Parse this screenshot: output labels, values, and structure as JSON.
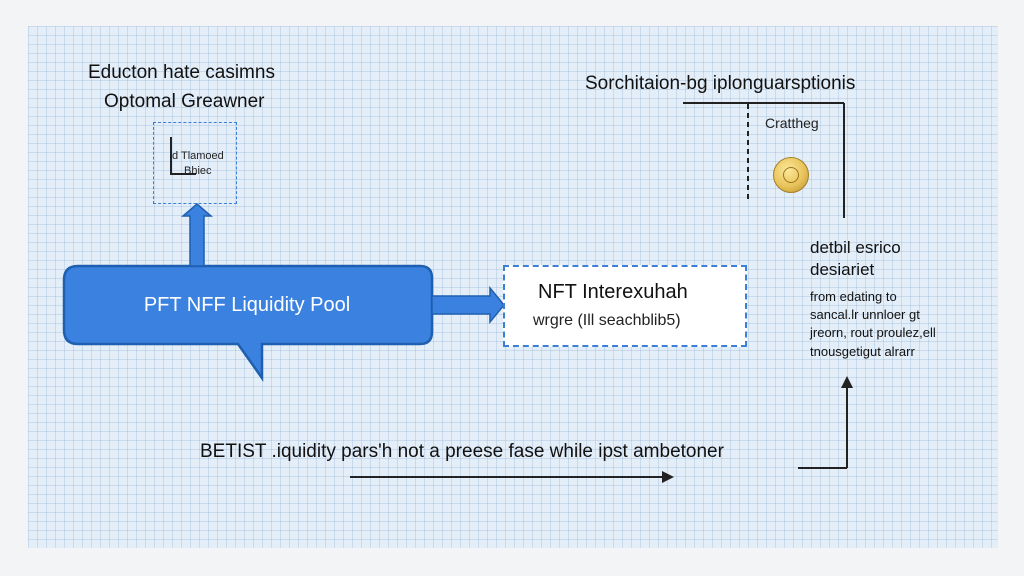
{
  "left_panel": {
    "title_line1": "Educton hate casimns",
    "title_line2": "Optomal Greawner",
    "box_line1": "d Tlamoed",
    "box_line2": "Bhiec"
  },
  "pool": {
    "label": "PFT NFF Liquidity Pool"
  },
  "nft_box": {
    "title": "NFT Interexuhah",
    "subtitle": "wrgre (Ill seachblib5)"
  },
  "right_panel": {
    "title": "Sorchitaion-bg iplonguarsptionis",
    "label": "Crattheg",
    "heading_line1": "detbil esrico",
    "heading_line2": "desiariet",
    "body_lines": [
      "from edating to",
      "sancal.lr unnloer gt",
      "jreorn, rout proulez,ell",
      "tnousgetigut alrarr"
    ]
  },
  "footer": {
    "text": "BETIST .iquidity pars'h not a preese fase while ipst ambetoner"
  },
  "colors": {
    "accent": "#3b82e0",
    "accent_dark": "#1f5fb0",
    "grid_bg": "#e4eef8"
  },
  "icons": [
    "coin-icon",
    "arrow-up-icon",
    "arrow-right-icon"
  ]
}
